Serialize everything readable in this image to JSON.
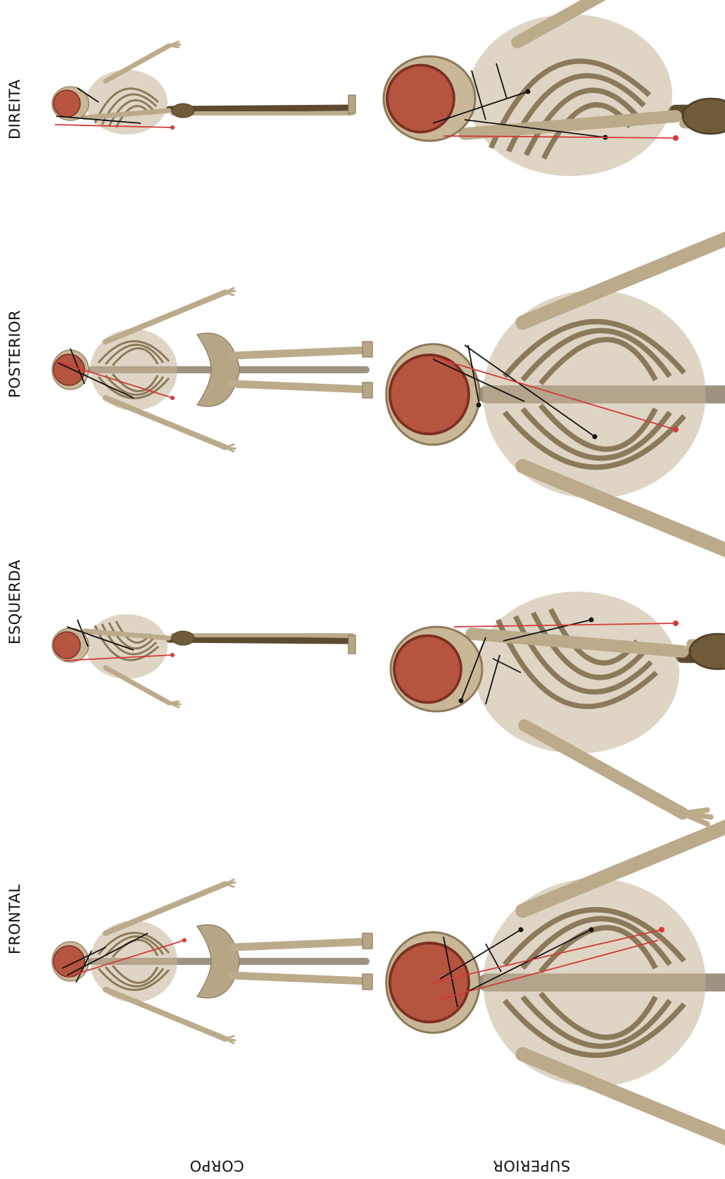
{
  "views": [
    {
      "id": "frontal",
      "label": "FRONTAL"
    },
    {
      "id": "esquerda",
      "label": "ESQUERDA"
    },
    {
      "id": "posterior",
      "label": "POSTERIOR"
    },
    {
      "id": "direita",
      "label": "DIREITA"
    }
  ],
  "rows": [
    {
      "id": "corpo",
      "label": "CORPO"
    },
    {
      "id": "superior",
      "label": "SUPERIOR"
    }
  ],
  "colors": {
    "bone": "#b7a686",
    "bone_dark": "#6f5a3a",
    "skull": "#b5543f",
    "needle": "#111111",
    "ray": "#d23a3a"
  }
}
